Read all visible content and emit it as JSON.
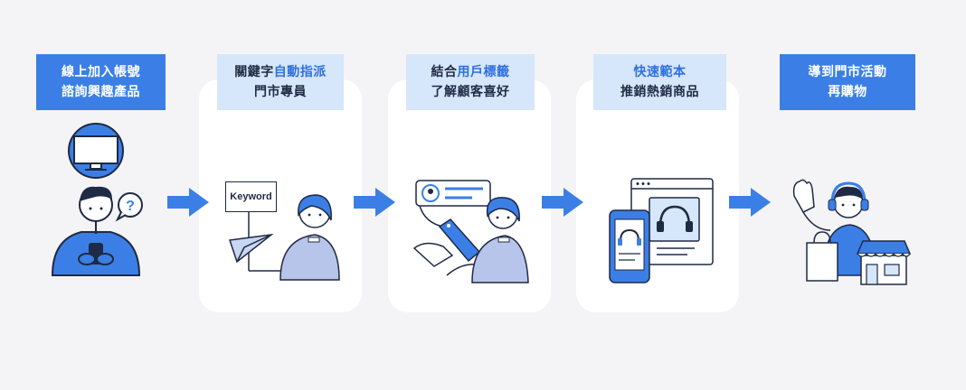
{
  "steps": [
    {
      "line1": "線上加入帳號",
      "line2": "諮詢興趣產品"
    },
    {
      "line1_pre": "關鍵字",
      "line1_hl": "自動指派",
      "line2": "門市專員",
      "keyword_box": "Keyword"
    },
    {
      "line1_pre": "結合",
      "line1_hl": "用戶標籤",
      "line2": "了解顧客喜好"
    },
    {
      "line1_hl": "快速範本",
      "line2": "推銷熱銷商品"
    },
    {
      "line1": "導到門市活動",
      "line2": "再購物"
    }
  ],
  "colors": {
    "primary": "#3b7fe6",
    "light": "#d6e6fb",
    "highlight": "#2f6fe0",
    "ink": "#1f2a44",
    "background": "#f4f4f6",
    "card": "#ffffff"
  },
  "icons": [
    "monitor-icon",
    "question-bubble-icon",
    "keyword-sign-icon",
    "paper-plane-icon",
    "profile-card-icon",
    "price-tag-icon",
    "headphones-icon",
    "shop-awning-icon",
    "shopping-bag-icon",
    "arrow-right-icon"
  ]
}
